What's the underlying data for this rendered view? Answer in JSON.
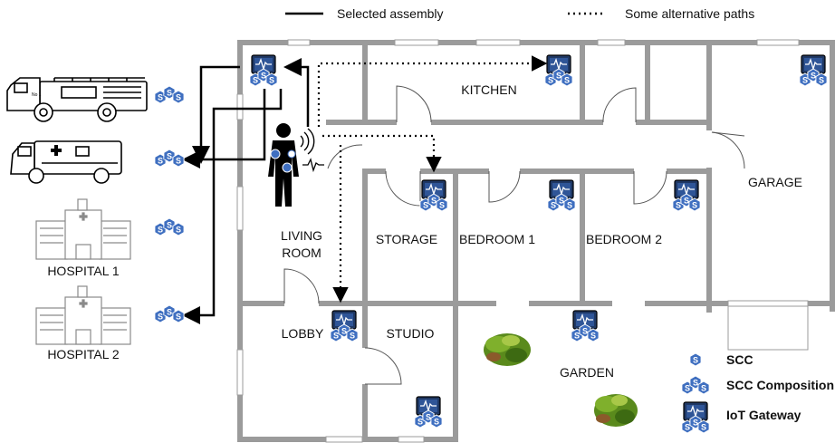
{
  "legend_top": {
    "selected": "Selected assembly",
    "alternative": "Some alternative paths"
  },
  "legend_bottom": {
    "scc": "SCC",
    "composition": "SCC Composition",
    "gateway": "IoT Gateway"
  },
  "scc_letter": "S",
  "vehicles": {
    "fire_truck_plate": "No 1"
  },
  "entities": {
    "hospital1": "HOSPITAL 1",
    "hospital2": "HOSPITAL 2"
  },
  "rooms": {
    "kitchen": "KITCHEN",
    "garage": "GARAGE",
    "living_1": "LIVING",
    "living_2": "ROOM",
    "storage": "STORAGE",
    "bedroom1": "BEDROOM 1",
    "bedroom2": "BEDROOM 2",
    "lobby": "LOBBY",
    "studio": "STUDIO",
    "garden": "GARDEN"
  },
  "colors": {
    "wall": "#9b9b9b",
    "scc": "#3f6fc0",
    "gateway_screen": "#2f5597"
  }
}
